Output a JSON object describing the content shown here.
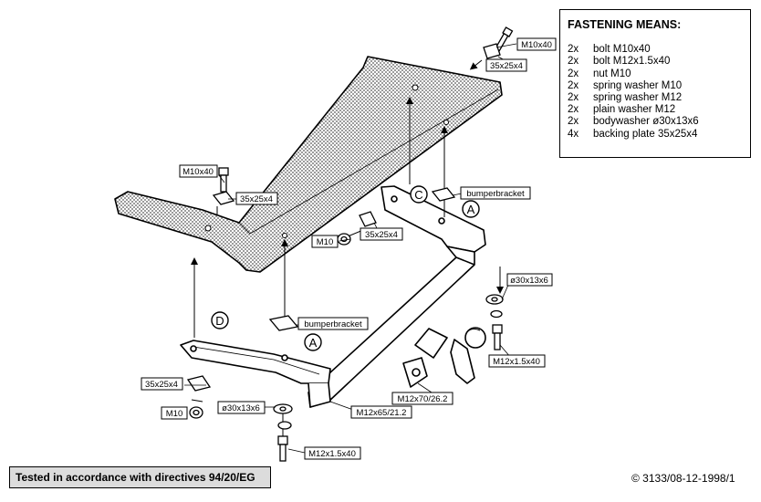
{
  "fastening": {
    "title": "FASTENING MEANS:",
    "items": [
      {
        "qty": "2x",
        "desc": "bolt M10x40"
      },
      {
        "qty": "2x",
        "desc": "bolt M12x1.5x40"
      },
      {
        "qty": "2x",
        "desc": "nut M10"
      },
      {
        "qty": "2x",
        "desc": "spring washer M10"
      },
      {
        "qty": "2x",
        "desc": "spring washer M12"
      },
      {
        "qty": "2x",
        "desc": "plain washer M12"
      },
      {
        "qty": "2x",
        "desc": "bodywasher ø30x13x6"
      },
      {
        "qty": "4x",
        "desc": "backing plate 35x25x4"
      }
    ]
  },
  "labels": {
    "bolt_m10x40_top": "M10x40",
    "plate_top": "35x25x4",
    "bolt_m10x40_left": "M10x40",
    "plate_left": "35x25x4",
    "nut_m10_mid": "M10",
    "plate_mid": "35x25x4",
    "bumperbracket_right": "bumperbracket",
    "bumperbracket_left": "bumperbracket",
    "bodywasher_right": "ø30x13x6",
    "bolt_m12_right": "M12x1.5x40",
    "bolt_m12x70": "M12x70/26.2",
    "bolt_m12x65": "M12x65/21.2",
    "plate_bottom": "35x25x4",
    "nut_m10_bottom": "M10",
    "bodywasher_bottom": "ø30x13x6",
    "bolt_m12_bottom": "M12x1.5x40"
  },
  "callouts": {
    "A1": "A",
    "A2": "A",
    "C": "C",
    "D": "D"
  },
  "footer": {
    "tested": "Tested in accordance with directives 94/20/EG",
    "copyright": "© 3133/08-12-1998/1"
  }
}
